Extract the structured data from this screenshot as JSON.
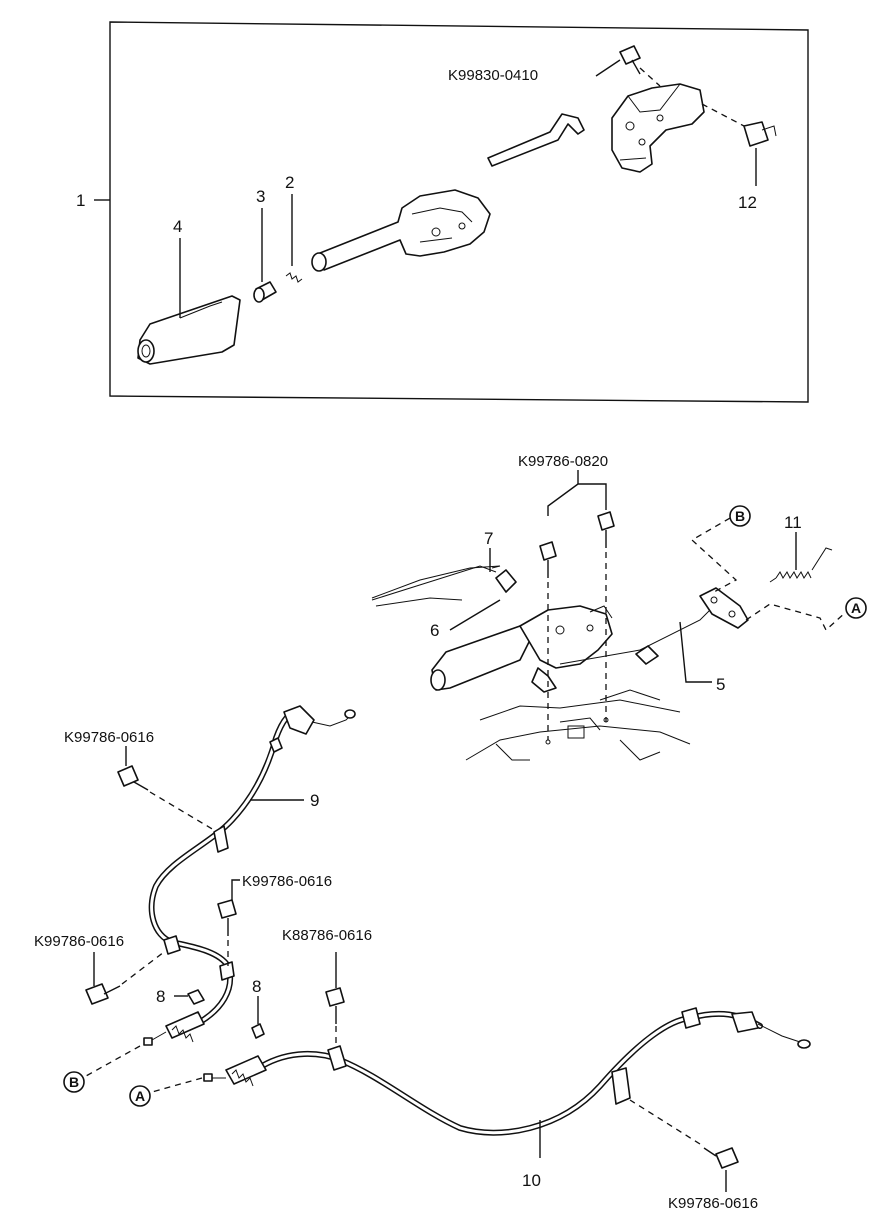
{
  "callouts": {
    "c1": "1",
    "c2": "2",
    "c3": "3",
    "c4": "4",
    "c5": "5",
    "c6": "6",
    "c7": "7",
    "c8a": "8",
    "c8b": "8",
    "c9": "9",
    "c10": "10",
    "c11": "11",
    "c12": "12"
  },
  "part_codes": {
    "top_bolt": "K99830-0410",
    "lever_bolts": "K99786-0820",
    "cable9_upper_bolt": "K99786-0616",
    "cable9_mid_bolt": "K99786-0616",
    "cable9_left_bolt": "K99786-0616",
    "cable10_mid_bolt": "K88786-0616",
    "cable10_right_bolt": "K99786-0616"
  },
  "connectors": {
    "a_right": "A",
    "b_right": "B",
    "a_left": "A",
    "b_left": "B"
  }
}
